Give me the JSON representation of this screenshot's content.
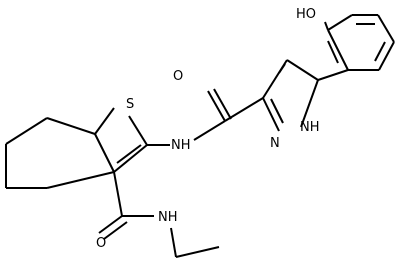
{
  "structure": {
    "labels": {
      "hydroxyl": "HO",
      "amide_oxygen_top": "O",
      "pyrazole_nh": "NH",
      "pyrazole_n": "N",
      "thiophene_s": "S",
      "amide_nh_left": "NH",
      "amide_oxygen_bottom": "O",
      "ethyl_amide_nh": "NH"
    }
  }
}
